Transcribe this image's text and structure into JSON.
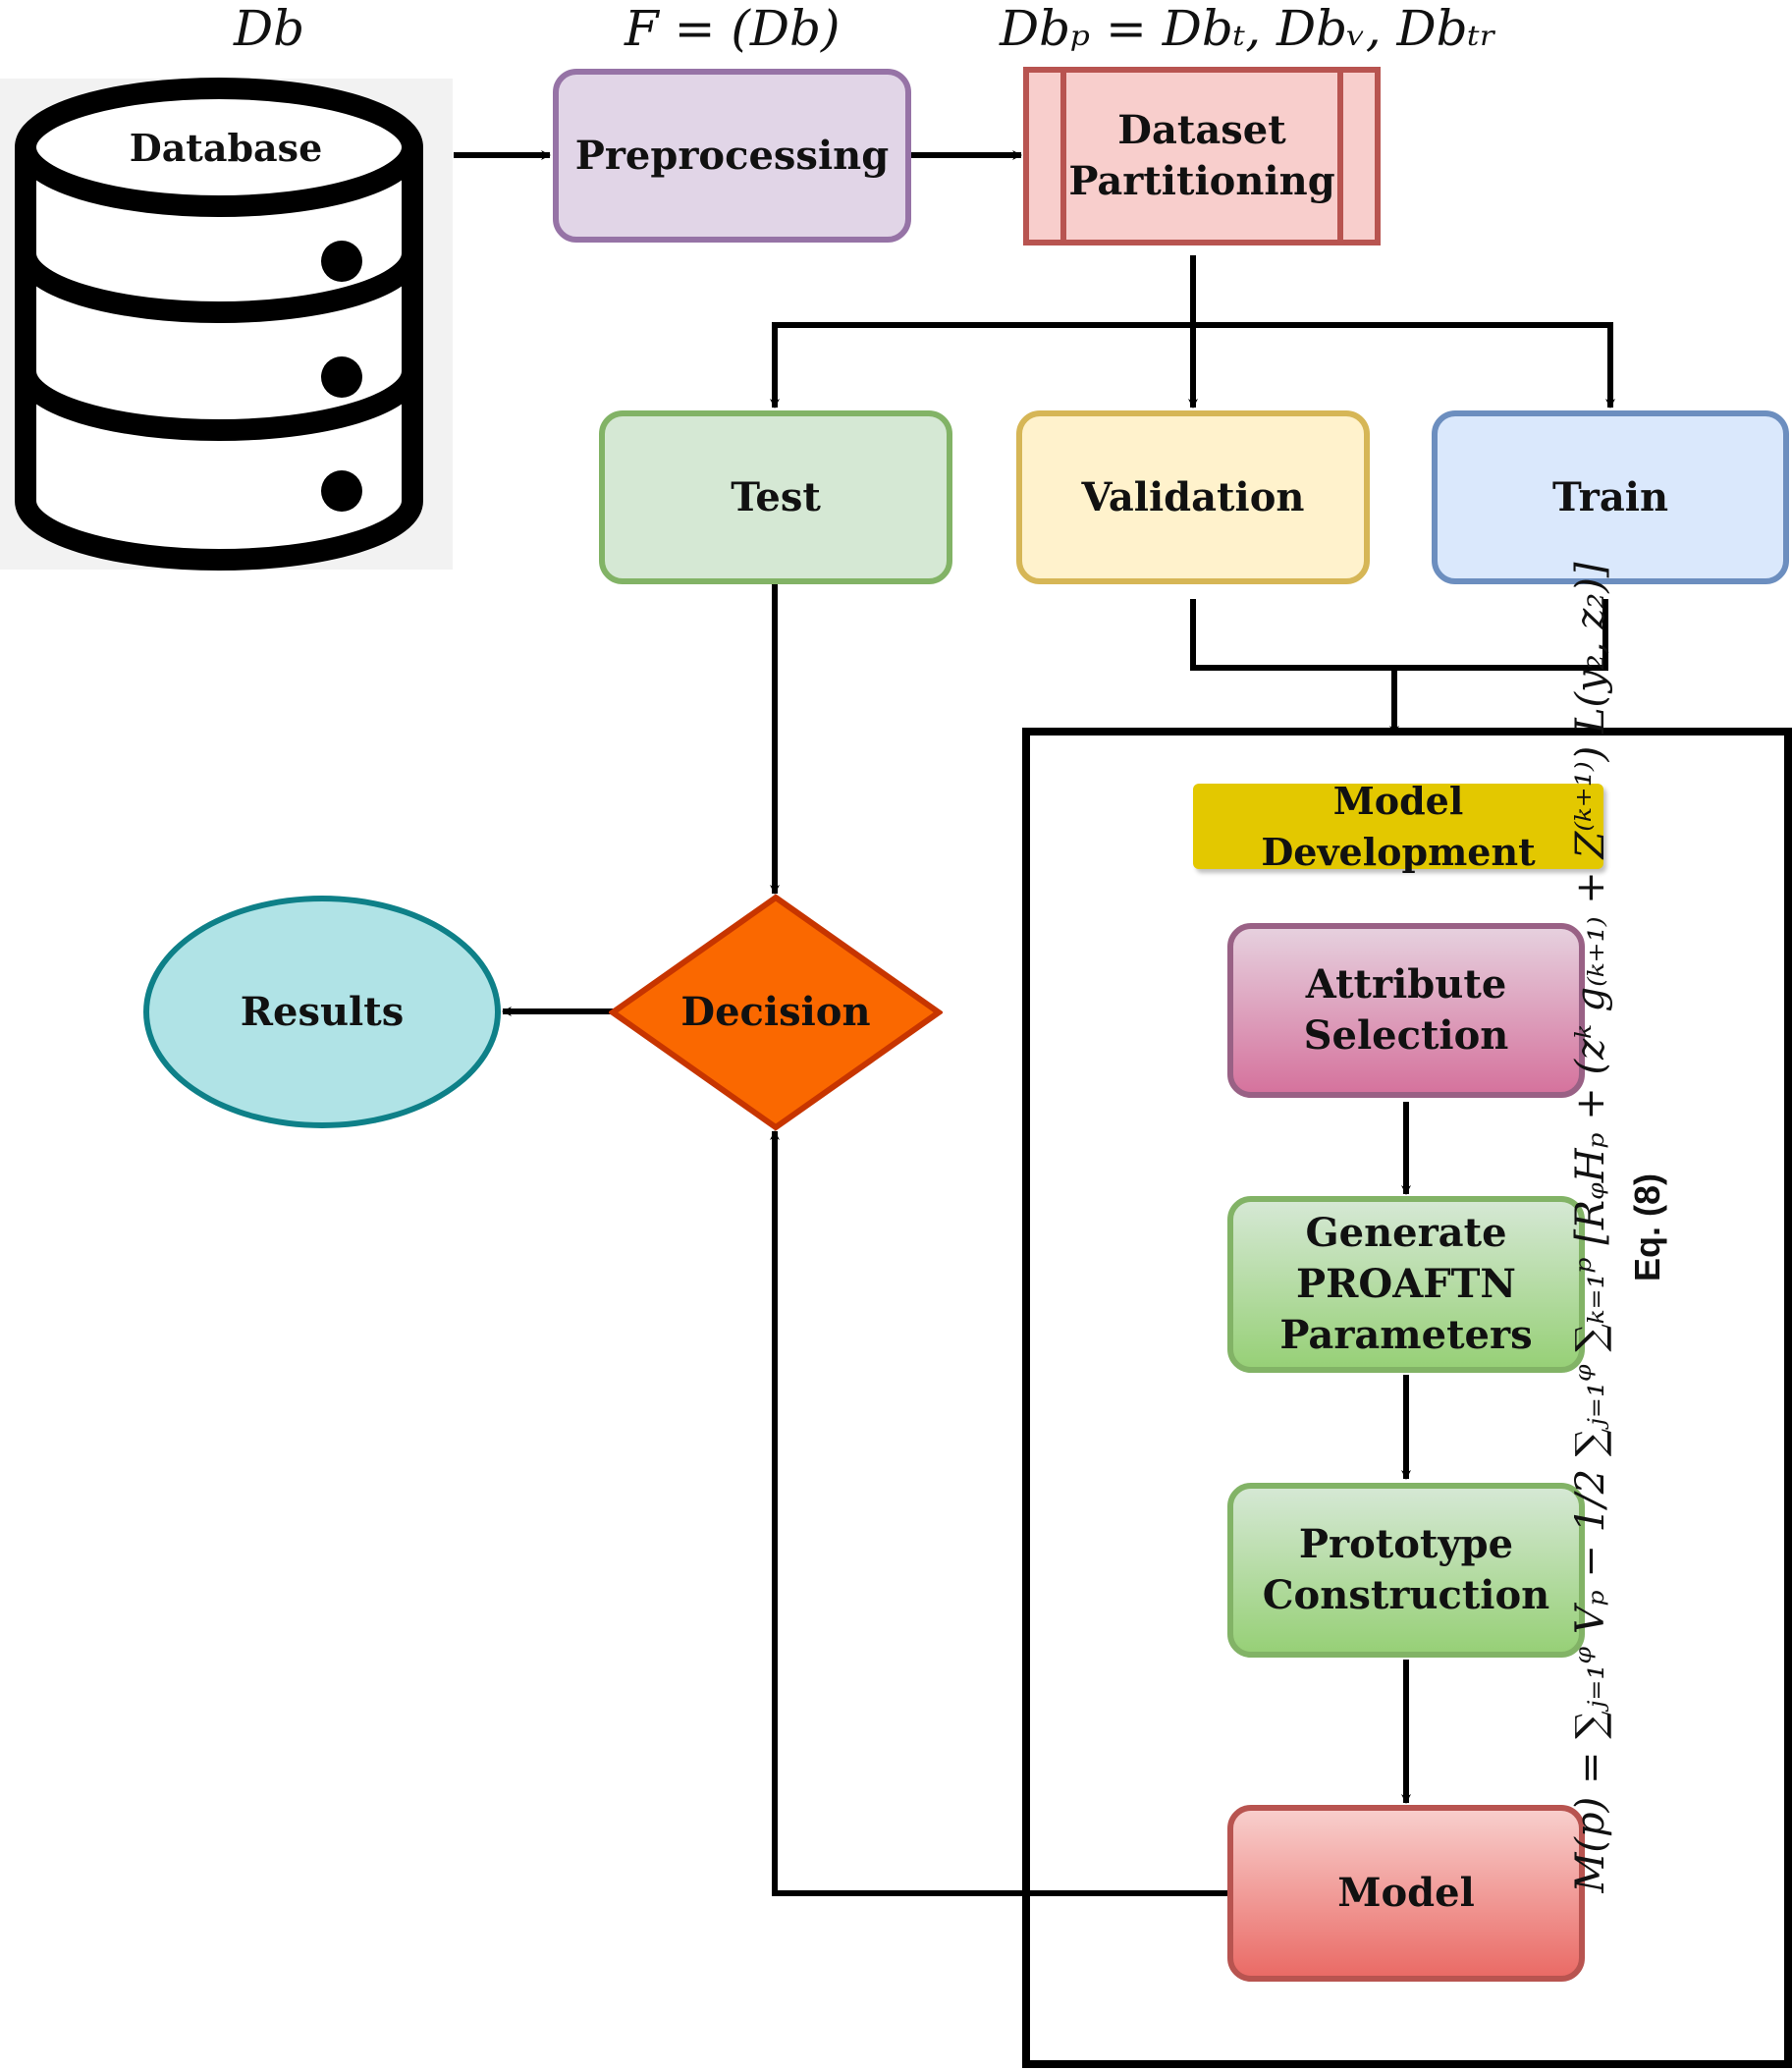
{
  "math": {
    "db": "Db",
    "f": "F = (Db)",
    "dbp": "Dbₚ = Dbₜ, Dbᵥ, Dbₜᵣ"
  },
  "nodes": {
    "database": "Database",
    "preprocessing": "Preprocessing",
    "partitioning": "Dataset\nPartitioning",
    "test": "Test",
    "validation": "Validation",
    "train": "Train",
    "model_development": "Model Development",
    "attribute_selection": "Attribute\nSelection",
    "generate_params": "Generate\nPROAFTN\nParameters",
    "prototype": "Prototype\nConstruction",
    "model": "Model",
    "decision": "Decision",
    "results": "Results"
  },
  "equation": {
    "formula": "M(p) = ∑ⱼ₌₁ᵠ Vₚ − 1/2 ∑ⱼ₌₁ᵠ ∑ₖ₌₁ᵖ [RᵩHₚ + (zᵏ g₍ₖ₊₁₎ + Z⁽ᵏ⁺¹⁾) L(y₂, z₂)]",
    "label": "Eq. (8)"
  },
  "colors": {
    "preprocessing_fill": "#e1d5e7",
    "preprocessing_stroke": "#9673a6",
    "test_fill": "#d5e8d4",
    "test_stroke": "#82b366",
    "validation_fill": "#fff2cc",
    "validation_stroke": "#d6b656",
    "train_fill": "#dae8fc",
    "train_stroke": "#6c8ebf",
    "decision_fill": "#fa6800",
    "decision_stroke": "#c73500",
    "results_fill": "#b0e3e6",
    "results_stroke": "#0e8088",
    "tag_fill": "#e3c800"
  }
}
